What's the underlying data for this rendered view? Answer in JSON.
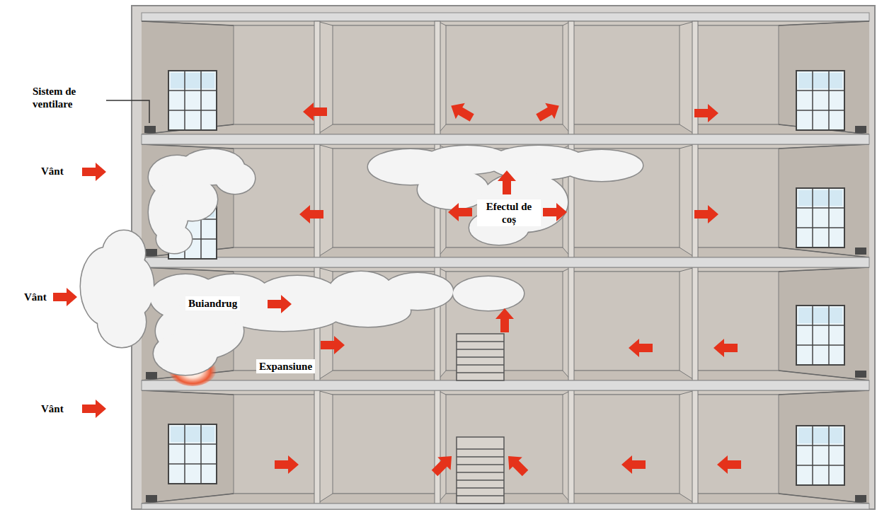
{
  "diagram": {
    "labels": [
      "Sistem de ventilare",
      "Vânt",
      "Vânt",
      "Vânt",
      "Buiandrug",
      "Expansiune",
      "Efectul de coș"
    ]
  }
}
